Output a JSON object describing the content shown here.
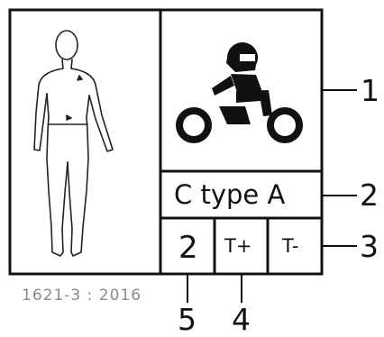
{
  "label": {
    "garment_class": "C type A",
    "abrasion_level": "2",
    "thermal_hot": "T+",
    "thermal_cold": "T-",
    "standard": "1621-3 : 2016",
    "icons": {
      "garment": "full-body-suit-icon",
      "vehicle": "motorcycle-rider-icon"
    }
  },
  "callouts": {
    "c1": "1",
    "c2": "2",
    "c3": "3",
    "c4": "4",
    "c5": "5"
  },
  "colors": {
    "line": "#111111",
    "standard_text": "#8a8a8a"
  }
}
